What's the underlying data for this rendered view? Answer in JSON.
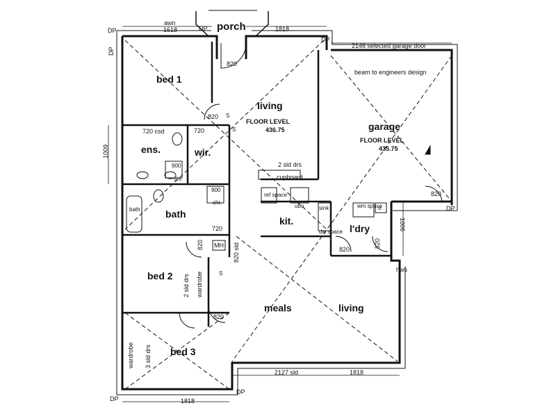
{
  "rooms": {
    "porch": "porch",
    "bed1": "bed 1",
    "living_top": "living",
    "garage": "garage",
    "ensuite": "ens.",
    "wir": "wir.",
    "bath": "bath",
    "kitchen": "kit.",
    "laundry": "l'dry",
    "bed2": "bed 2",
    "bed3": "bed 3",
    "meals": "meals",
    "living_bottom": "living"
  },
  "levels": {
    "living_label": "FLOOR LEVEL",
    "living_value": "436.75",
    "garage_label": "FLOOR LEVEL",
    "garage_value": "435.75"
  },
  "notes": {
    "awn": "awn",
    "dim_1618_top": "1618",
    "dim_1818_top": "1818",
    "dp_top_left": "DP",
    "dp_left_top": "DP",
    "dp_top_right": "DP",
    "dp_right_mid": "DP",
    "dp_bottom_left": "DP",
    "dp_bottom_right": "DP",
    "dp_porch": "DP",
    "garage_door": "2146 selected garage door",
    "beam": "beam to engineers design",
    "door_820_porch": "820",
    "door_820_bed1": "820",
    "dim_720_csd": "720 csd",
    "door_720_wir": "720",
    "dim_1009": "1009",
    "shr_ens": "900",
    "shr_ens_label": "shr.",
    "shr_bath": "900",
    "shr_bath_label": "shr.",
    "bath_label": "bath",
    "sld_2": "2 sld drs",
    "cupboard": "cupboard",
    "ref_space": "ref space",
    "ubo": "ubo",
    "sink": "sink",
    "dw_space": "dw space",
    "wm_space": "wm space",
    "tr": "tr.",
    "door_820_garage": "820",
    "door_720_bath": "720",
    "dim_1006": "1006",
    "door_820_ldry_a": "820",
    "door_820_ldry_b": "820",
    "hws": "hws",
    "mh": "MH",
    "door_820_bed2": "820",
    "door_820_sld": "820 sld",
    "wardrobe_2": "wardrobe",
    "sld_2_bed2": "2 sld drs",
    "door_820_bed3": "820",
    "wardrobe_3": "wardrobe",
    "sld_3": "3 sld drs",
    "dim_2127": "2127 sld",
    "dim_1818_bottom_right": "1818",
    "dim_1818_bottom_left": "1818",
    "s_mark_1": "S",
    "s_mark_2": "S",
    "s_mark_3": "S"
  }
}
